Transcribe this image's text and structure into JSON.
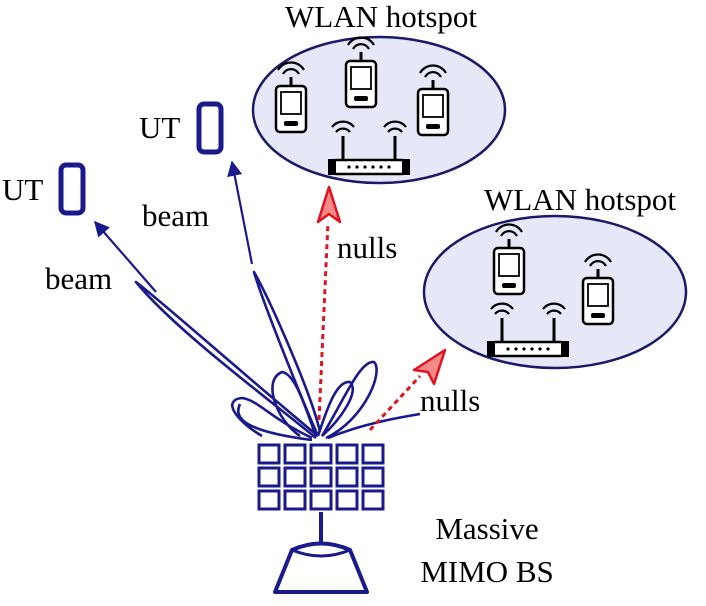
{
  "labels": {
    "hotspot_top": "WLAN hotspot",
    "hotspot_right": "WLAN hotspot",
    "ut_left": "UT",
    "ut_middle": "UT",
    "beam_left": "beam",
    "beam_middle": "beam",
    "nulls_top": "nulls",
    "nulls_right": "nulls",
    "bs_line1": "Massive",
    "bs_line2": "MIMO BS"
  },
  "colors": {
    "beam": "#1a1a8c",
    "hotspot_fill": "#e6e8f7",
    "hotspot_stroke": "#1a1a66",
    "null_arrow": "#e0141e",
    "null_arrow_head": "#f28a8a",
    "device": "#000000"
  },
  "icons": {
    "ut": "smartphone-icon",
    "wlan_device": "pda-icon",
    "access_point": "wifi-router-icon",
    "base_station": "antenna-array-icon"
  }
}
